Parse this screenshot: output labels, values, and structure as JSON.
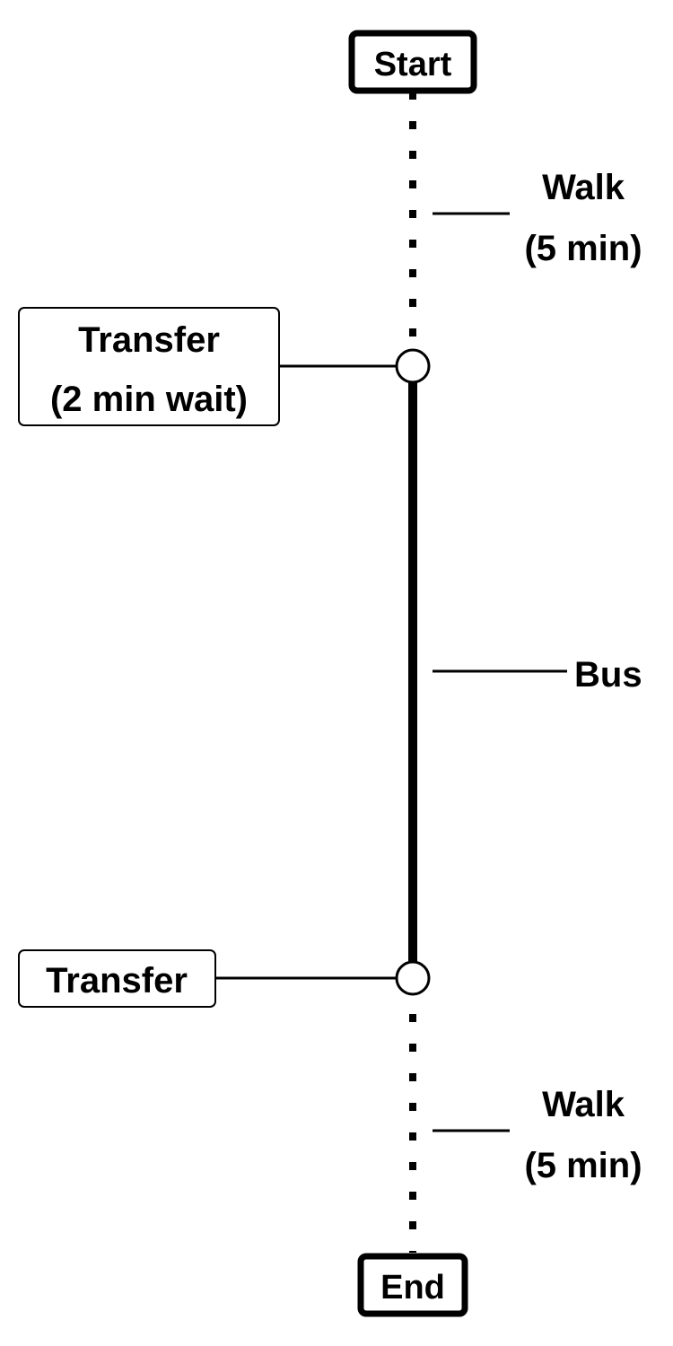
{
  "route": {
    "start_label": "Start",
    "end_label": "End",
    "legs": [
      {
        "mode": "Walk",
        "duration": "(5 min)"
      },
      {
        "mode": "Bus"
      },
      {
        "mode": "Walk",
        "duration": "(5 min)"
      }
    ],
    "transfers": [
      {
        "title": "Transfer",
        "note": "(2 min wait)"
      },
      {
        "title": "Transfer"
      }
    ]
  },
  "colors": {
    "line": "#000000",
    "background": "#ffffff"
  }
}
